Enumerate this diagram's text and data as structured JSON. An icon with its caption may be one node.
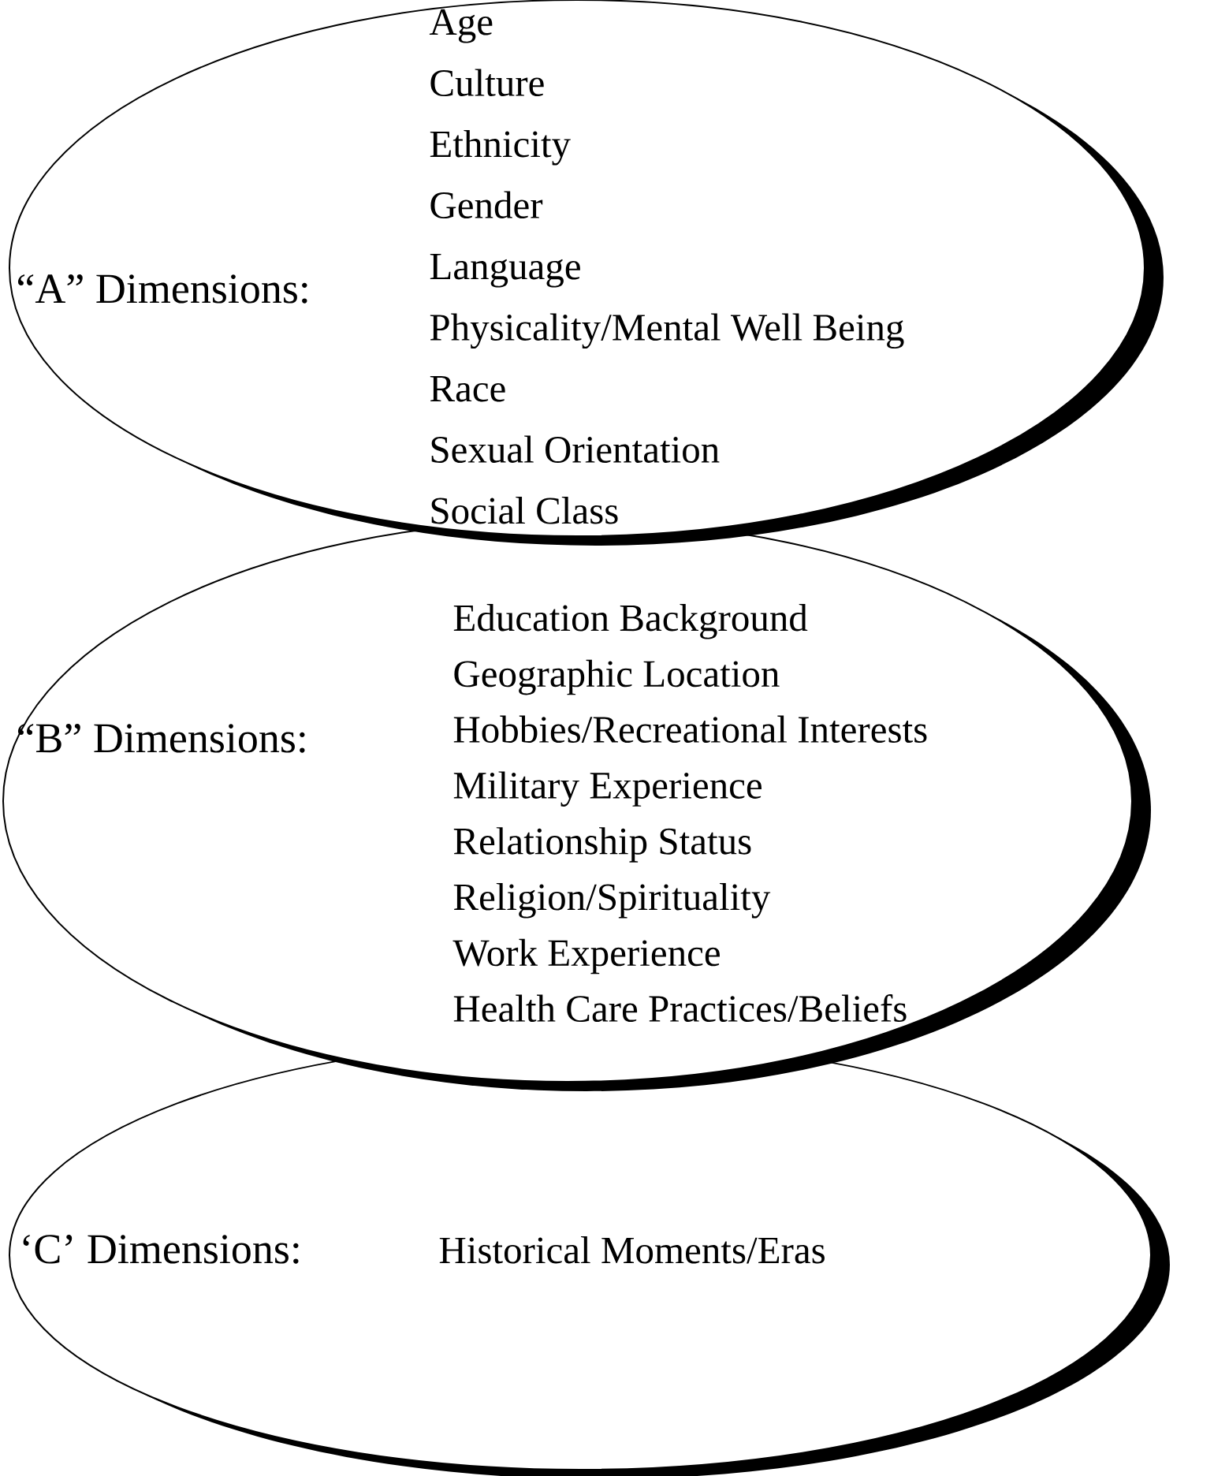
{
  "diagram": {
    "nodes": [
      {
        "text": [
          "“A” Dimensions:",
          "Age",
          "Culture",
          "Ethnicity",
          "Gender",
          "Language",
          "Physicality/Mental Well Being",
          "Race",
          "Sexual Orientation",
          "Social Class"
        ]
      },
      {
        "text": [
          "“B” Dimensions:",
          "Education Background",
          "Geographic Location",
          "Hobbies/Recreational Interests",
          "Military Experience",
          "Relationship Status",
          "Religion/Spirituality",
          "Work Experience",
          "Health Care Practices/Beliefs"
        ]
      },
      {
        "text": [
          "‘C’ Dimensions:",
          "Historical Moments/Eras"
        ]
      }
    ]
  }
}
